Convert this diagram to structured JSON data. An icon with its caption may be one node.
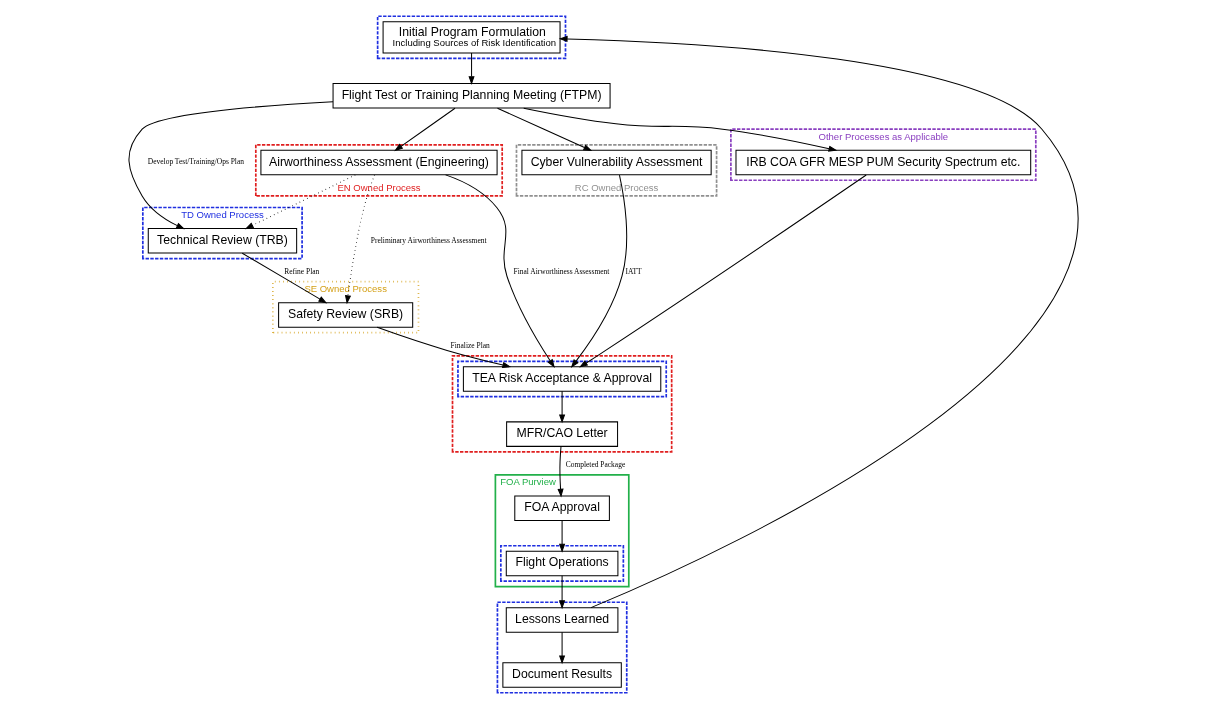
{
  "diagram": {
    "nodes": [
      {
        "text": [],
        "shape": "box"
      },
      {
        "text": [
          "Initial Program Formulation",
          "Including Sources of Risk Identification"
        ],
        "in": 0
      },
      {
        "text": [
          "Flight Test or Training Planning Meeting (FTPM)"
        ]
      },
      {
        "text": [
          "TD Owned Process"
        ]
      },
      {
        "text": [
          "Technical Review (TRB)"
        ],
        "in": 3
      },
      {
        "text": [
          "EN Owned Process"
        ]
      },
      {
        "text": [
          "Airworthiness Assessment (Engineering)"
        ],
        "in": 5
      },
      {
        "text": [
          "RC Owned Process"
        ]
      },
      {
        "text": [
          "Cyber Vulnerability Assessment"
        ],
        "in": 7
      },
      {
        "text": [
          "Other Processes as Applicable"
        ]
      },
      {
        "text": [
          "IRB COA GFR MESP PUM Security Spectrum etc."
        ],
        "in": 9
      },
      {
        "text": [
          "SE Owned Process"
        ]
      },
      {
        "text": [
          "Safety Review (SRB)"
        ],
        "in": 11
      },
      {
        "text": [],
        "shape": "box"
      },
      {
        "text": [],
        "shape": "box",
        "in": 13
      },
      {
        "text": [
          "TEA Risk Acceptance & Approval"
        ],
        "in": 14
      },
      {
        "text": [
          "MFR/CAO Letter"
        ],
        "in": 13
      },
      {
        "text": [
          "FOA Purview"
        ]
      },
      {
        "text": [],
        "shape": "box",
        "in": 17
      },
      {
        "text": [
          "Flight Operations"
        ],
        "in": 18
      },
      {
        "text": [
          "FOA Approval"
        ],
        "in": 17
      },
      {
        "text": [],
        "shape": "box"
      },
      {
        "text": [
          "Document Results"
        ],
        "in": 21
      },
      {
        "text": [
          "Lessons Learned"
        ],
        "in": 21
      }
    ],
    "edges": [
      {
        "from": 1,
        "to": 2,
        "arrow": "to"
      },
      {
        "from": 2,
        "to": 4,
        "arrow": "to",
        "label": "Develop Test/Training/Ops Plan"
      },
      {
        "from": 2,
        "to": 6,
        "arrow": "to"
      },
      {
        "from": 2,
        "to": 8,
        "arrow": "to"
      },
      {
        "from": 2,
        "to": 10,
        "arrow": "to"
      },
      {
        "from": 6,
        "to": 4,
        "arrow": "to",
        "style": "dashed"
      },
      {
        "from": 6,
        "to": 12,
        "arrow": "to",
        "style": "dashed",
        "label": "Preliminary Airworthiness Assessment"
      },
      {
        "from": 4,
        "to": 12,
        "arrow": "to",
        "label": "Refine Plan"
      },
      {
        "from": 12,
        "to": 15,
        "arrow": "to",
        "label": "Finalize Plan"
      },
      {
        "from": 6,
        "to": 15,
        "arrow": "to",
        "label": "Final Airworthiness Assessment"
      },
      {
        "from": 8,
        "to": 15,
        "arrow": "to",
        "label": "IATT"
      },
      {
        "from": 10,
        "to": 15,
        "arrow": "to"
      },
      {
        "from": 15,
        "to": 16,
        "arrow": "to"
      },
      {
        "from": 16,
        "to": 20,
        "arrow": "to",
        "label": "Completed Package"
      },
      {
        "from": 20,
        "to": 19,
        "arrow": "to"
      },
      {
        "from": 19,
        "to": 23,
        "arrow": "to"
      },
      {
        "from": 23,
        "to": 22,
        "arrow": "to"
      },
      {
        "from": 23,
        "to": 1,
        "arrow": "to"
      }
    ]
  }
}
